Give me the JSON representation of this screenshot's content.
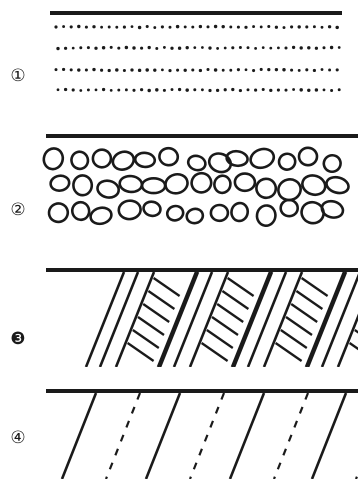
{
  "panels": [
    {
      "id": "panel-1",
      "label": "①",
      "pattern": "dots",
      "filled": false
    },
    {
      "id": "panel-2",
      "label": "②",
      "pattern": "pebbles",
      "filled": false
    },
    {
      "id": "panel-3",
      "label": "❸",
      "pattern": "cross-hatched-bands",
      "filled": true
    },
    {
      "id": "panel-4",
      "label": "④",
      "pattern": "dashed-bands",
      "filled": false
    }
  ],
  "colors": {
    "ink": "#1a1a1a",
    "background": "#ffffff"
  }
}
